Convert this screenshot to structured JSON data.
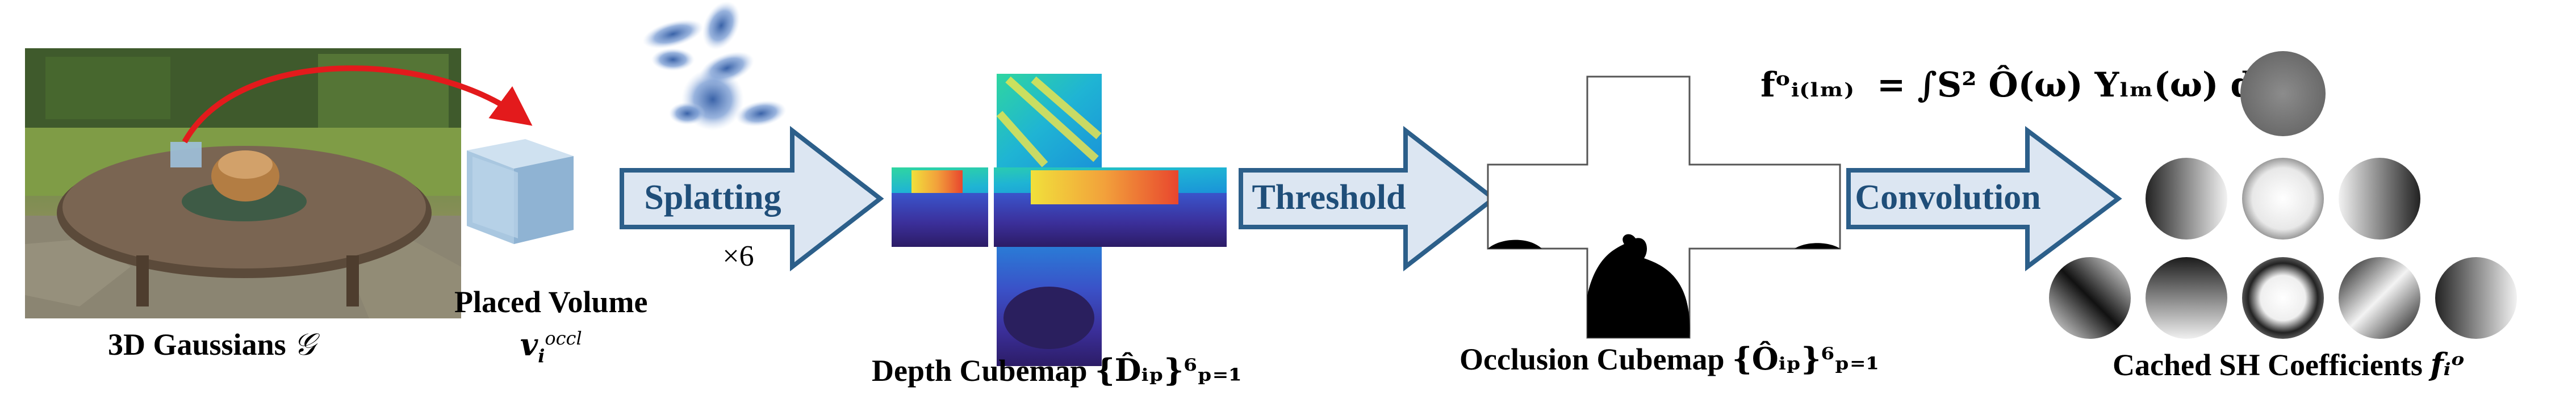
{
  "steps": {
    "splatting": "Splatting",
    "threshold": "Threshold",
    "convolution": "Convolution"
  },
  "multiplier": "×6",
  "labels": {
    "gaussians": "3D Gaussians",
    "gaussians_symbol": "𝒢",
    "placed_volume_line1": "Placed Volume",
    "placed_volume_symbol": "v",
    "placed_volume_sub": "i",
    "placed_volume_sup": "occl",
    "depth_cubemap": "Depth Cubemap",
    "depth_set": "{D̂ᵢₚ}⁶ₚ₌₁",
    "occlusion_cubemap": "Occlusion Cubemap",
    "occlusion_set": "{Ôᵢₚ}⁶ₚ₌₁",
    "cached_sh": "Cached SH Coefficients",
    "cached_sh_symbol": "fᵢᵒ"
  },
  "formula": {
    "lhs": "fᵒᵢ₍ₗₘ₎",
    "rhs": "= ∫S² Ô(ω) Yₗₘ(ω) dω"
  },
  "colors": {
    "arrow_fill": "#dce6f2",
    "arrow_stroke": "#2c5f8a",
    "arrow_text": "#1f4e79",
    "red_arrow": "#e31a1c",
    "cube": "#a9c7e0",
    "gaussian_blob": "#4a72b0"
  }
}
